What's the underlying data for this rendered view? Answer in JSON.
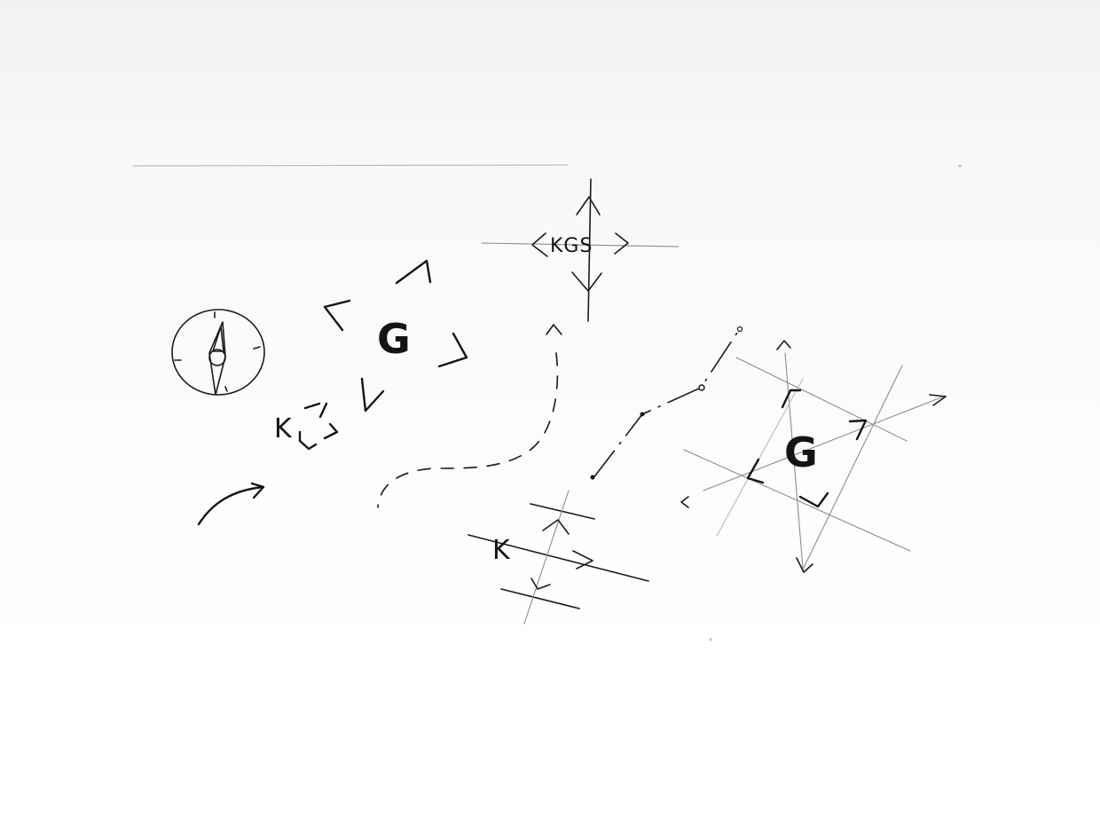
{
  "sketch": {
    "letters": {
      "g_main": "G",
      "k_main": "K",
      "kgs_label": "KGS",
      "k_grid": "K",
      "g_grid": "G"
    },
    "colors": {
      "paper": "#ffffff",
      "ink": "#141414",
      "pencil": "#8c8c8c"
    },
    "icons": [
      "compass-icon",
      "curved-arrow-icon"
    ]
  }
}
